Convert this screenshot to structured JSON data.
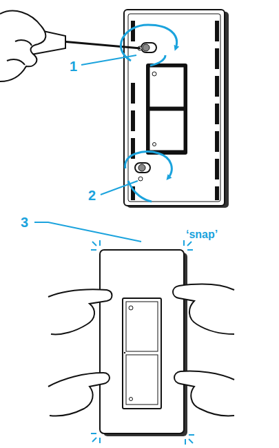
{
  "diagram": {
    "labels": [
      "1",
      "2",
      "3",
      "‘snap’"
    ]
  }
}
